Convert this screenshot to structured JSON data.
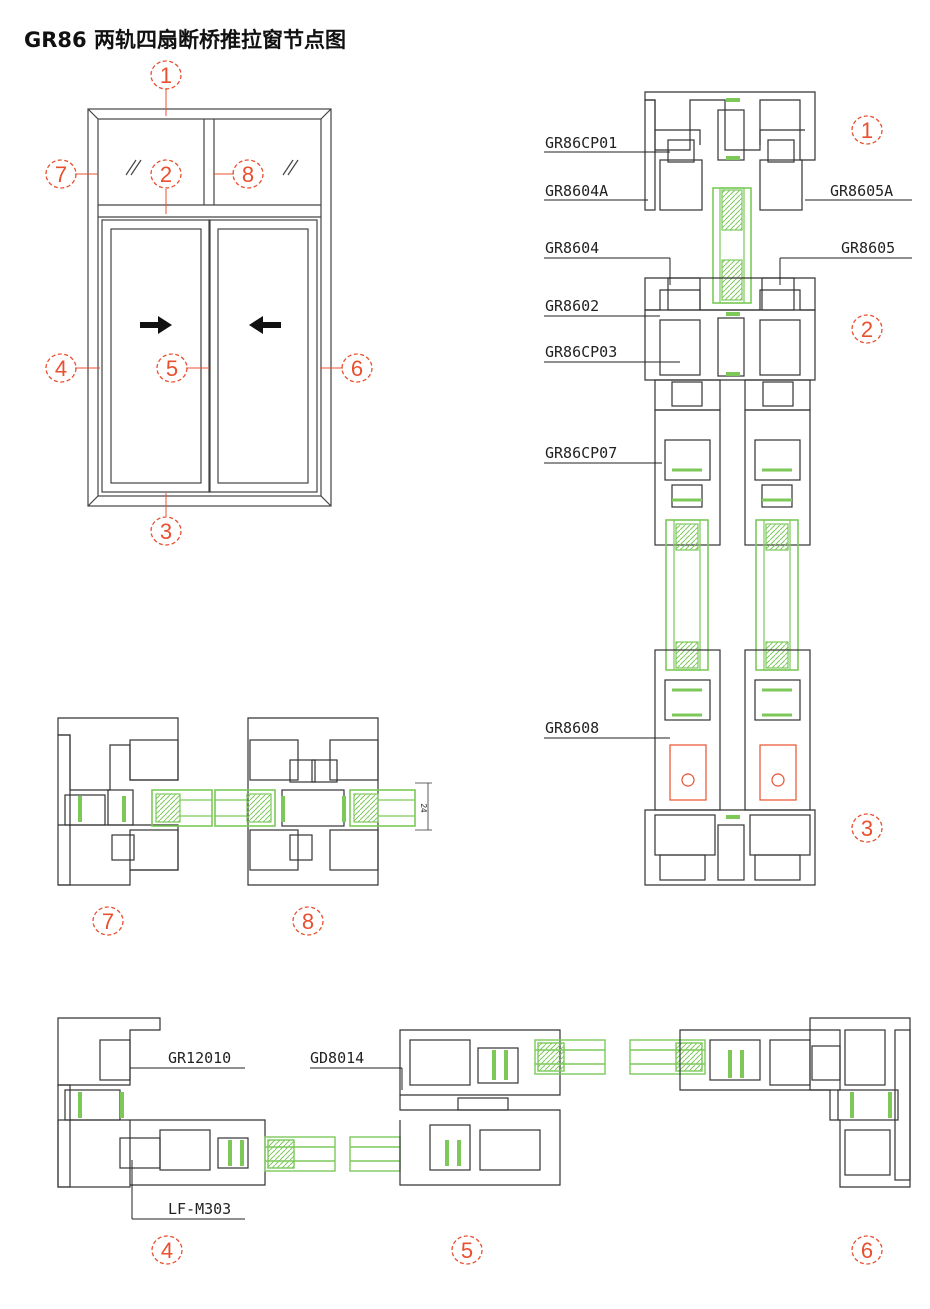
{
  "title": "GR86 两轨四扇断桥推拉窗节点图",
  "colors": {
    "accent": "#e8502f",
    "glass": "#7cc95a",
    "line": "#333333"
  },
  "markers": [
    "1",
    "2",
    "3",
    "4",
    "5",
    "6",
    "7",
    "8"
  ],
  "profiles": {
    "cp01": "GR86CP01",
    "p8604a": "GR8604A",
    "p8605a": "GR8605A",
    "p8604": "GR8604",
    "p8605": "GR8605",
    "p8602": "GR8602",
    "cp03": "GR86CP03",
    "cp07": "GR86CP07",
    "p8608": "GR8608",
    "p12010": "GR12010",
    "d8014": "GD8014",
    "m303": "LF-M303"
  },
  "dimension": "24",
  "arrows": [
    "arrow-right-icon",
    "arrow-left-icon"
  ]
}
